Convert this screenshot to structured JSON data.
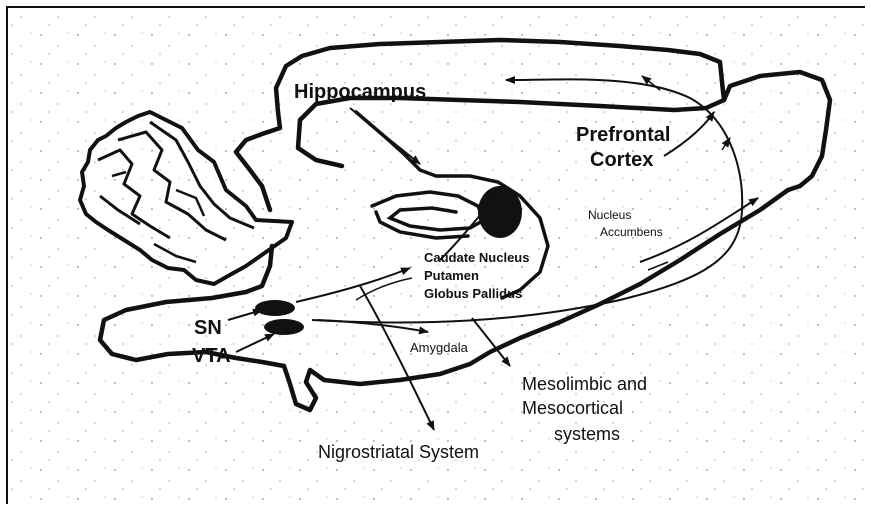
{
  "labels": {
    "hippocampus": "Hippocampus",
    "prefrontal_line1": "Prefrontal",
    "prefrontal_line2": "Cortex",
    "nucleus_line1": "Nucleus",
    "nucleus_line2": "Accumbens",
    "caudate": "Caudate Nucleus",
    "putamen": "Putamen",
    "globus": "Globus Pallidus",
    "sn": "SN",
    "vta": "VTA",
    "amygdala": "Amygdala",
    "mesolimbic_line1": "Mesolimbic and",
    "mesolimbic_line2": "Mesocortical",
    "mesolimbic_line3": "systems",
    "nigrostriatal": "Nigrostriatal System"
  }
}
